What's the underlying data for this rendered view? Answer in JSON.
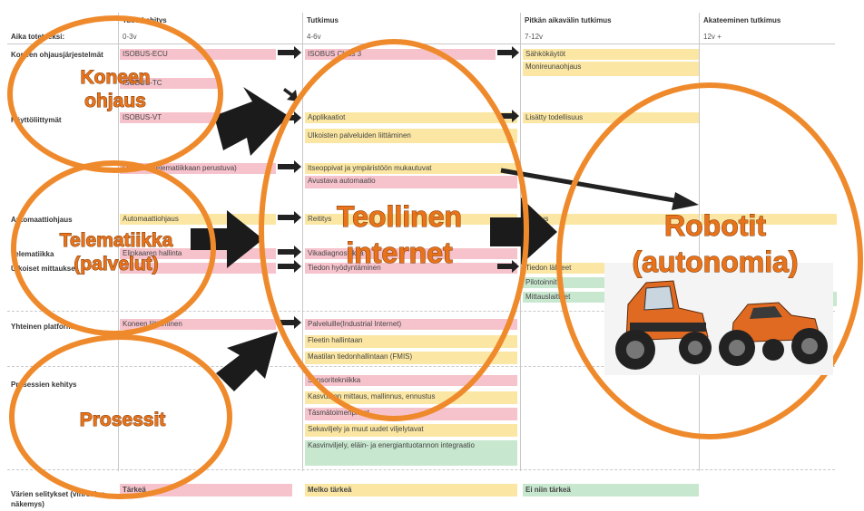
{
  "table": {
    "header": {
      "time_label": "Aika toteteeksi:",
      "col1_title": "Tuotekehitys",
      "col1_range": "0-3v",
      "col2_title": "Tutkimus",
      "col2_range": "4-6v",
      "col3_title": "Pitkän aikavälin tutkimus",
      "col3_range": "7-12v",
      "col4_title": "Akateeminen tutkimus",
      "col4_range": "12v +"
    },
    "rows": {
      "r1": "Koneen ohjausjärjestelmät",
      "r2": "Käyttöliittymät",
      "r3": "Automaattiohjaus",
      "r4": "Telematiikka",
      "r5": "Ulkoiset mittaukset",
      "r6": "Yhteinen platform",
      "r7": "Prosessien kehitys",
      "r8": "Värien selitykset (vihreiden näkemys)"
    },
    "cells": {
      "isobus_ecu": "ISOBUS-ECU",
      "isobus_tc": "ISOBUS-TC",
      "isobus_vt": "ISOBUS-VT",
      "opastus": "Opastus (telematiikkaan perustuva)",
      "automaattiohjaus": "Automaattiohjaus",
      "elinkaaren": "Elinkaaren hallinta",
      "koneen_liitt": "Koneen liittäminen",
      "isobus_class3": "ISOBUS Class 3",
      "applikaatiot": "Applikaatiot",
      "ulkoisten": "Ulkoisten palveluiden liittäminen",
      "itseoppivat": "Itseoppivat ja ympäristöön mukautuvat",
      "avustava": "Avustava automaatio",
      "reititys": "Reititys",
      "vikadiagnostiikka": "Vikadiagnostiikka",
      "tiedon": "Tiedon hyödyntäminen",
      "palveluille": "Palveluille(Industrial Internet)",
      "fleetin": "Fleetin hallintaan",
      "maatilan": "Maatilan tiedonhallintaan (FMIS)",
      "sensoritekniikka": "Sensoritekniikka",
      "kasvuston": "Kasvuston mittaus, mallinnus, ennustus",
      "tasmatoimen": "Täsmätoimenpiteet",
      "sekaviljely": "Sekaviljely ja muut uudet viljelytavat",
      "kasvinviljely": "Kasvinviljely, eläin- ja energiantuotannon integraatio",
      "sahkokayttot": "Sähkökäytöt",
      "monireunaohjaus": "Monireunaohjaus",
      "lisatty": "Lisätty todellisuus",
      "ohjaus": "Ohjaus",
      "tiedon_lahteet": "Tiedon lähteet",
      "pilotoinnit": "Pilotoinnit",
      "mittauslaitteet": "Mittauslaitteet"
    },
    "legend": {
      "pink": "Tärkeä",
      "yellow": "Melko tärkeä",
      "green": "Ei niin tärkeä"
    }
  },
  "overlay": {
    "koneen_l1": "Koneen",
    "koneen_l2": "ohjaus",
    "telematiikka_l1": "Telematiikka",
    "telematiikka_l2": "(palvelut)",
    "prosessit": "Prosessit",
    "teollinen_l1": "Teollinen",
    "teollinen_l2": "internet",
    "robotit_l1": "Robotit",
    "robotit_l2": "(autonomia)"
  },
  "colors": {
    "pink": "#f6c3cc",
    "yellow": "#fbe7a3",
    "green": "#c8e7cf",
    "ellipse": "#ef8a2c",
    "big_text": "#e8731b",
    "arrow": "#222222"
  }
}
